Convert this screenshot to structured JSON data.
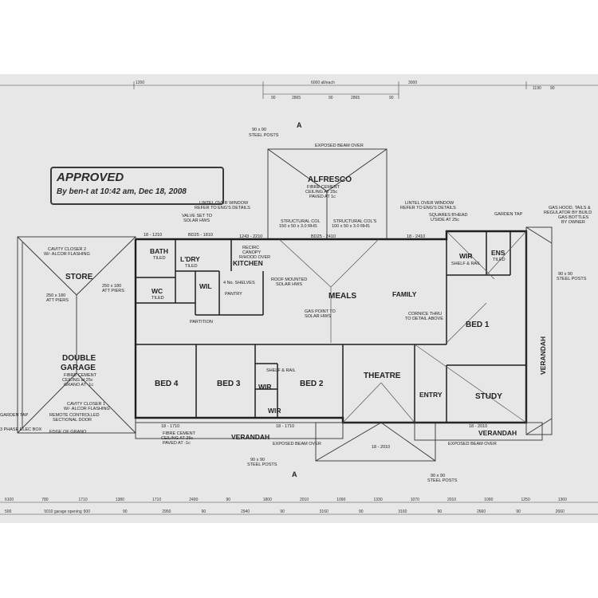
{
  "stamp": {
    "title": "APPROVED",
    "subtitle": "By ben-t at 10:42 am, Dec 18, 2008"
  },
  "rooms": {
    "alfresco": "ALFRESCO",
    "store": "STORE",
    "bath": "BATH",
    "bath_sub": "TILED",
    "ldry": "L'DRY",
    "ldry_sub": "TILED",
    "kitchen": "KITCHEN",
    "wil": "WIL",
    "wc": "WC",
    "wc_sub": "TILED",
    "meals": "MEALS",
    "family": "FAMILY",
    "wir_ens": "WIR",
    "ens": "ENS",
    "ens_sub": "TILED",
    "bed1": "BED 1",
    "double_garage": "DOUBLE\nGARAGE",
    "garage_l1": "DOUBLE",
    "garage_l2": "GARAGE",
    "bed4": "BED 4",
    "bed3": "BED 3",
    "wir_a": "WIR",
    "wir_b": "WIR",
    "bed2": "BED 2",
    "theatre": "THEATRE",
    "entry": "ENTRY",
    "study": "STUDY",
    "verandah_front": "VERANDAH",
    "verandah_right_front": "VERANDAH",
    "verandah_side": "VERANDAH"
  },
  "notes": {
    "steel_posts_top": "90 x 90\nSTEEL POSTS",
    "steel_posts_top_l1": "90 x 90",
    "steel_posts_top_l2": "STEEL POSTS",
    "exposed_beam_top": "EXPOSED BEAM OVER",
    "fibre_alfresco_l1": "FIBRE CEMENT",
    "fibre_alfresco_l2": "CEILING AT 25c",
    "fibre_alfresco_l3": "PAVED AT 1c",
    "lintel_left_l1": "LINTEL OVER WINDOW",
    "lintel_left_l2": "REFER TO ENG'S DETAILS",
    "lintel_right_l1": "LINTEL OVER WINDOW",
    "lintel_right_l2": "REFER TO ENG'S DETAILS",
    "valve_l1": "VALVE SET TO",
    "valve_l2": "SOLAR HWS",
    "struct_col_l1": "STRUCTURAL COL",
    "struct_col_l2": "150 x 50 x 3.0 RHS",
    "struct_cols_l1": "STRUCTURAL COL'S",
    "struct_cols_l2": "100 x 50 x 3.0 RHS",
    "squares_l1": "SQUARES B'HEAD",
    "squares_l2": "U'SIDE AT 25c",
    "gas_hood_l1": "GAS HOOD, TAILS &",
    "gas_hood_l2": "REGULATOR BY BUILD",
    "gas_hood_l3": "GAS BOTTLES",
    "gas_hood_l4": "BY OWNER",
    "garden_tap": "GARDEN TAP",
    "cavity_closer_2": "CAVITY CLOSER 2",
    "cavity_closer_2b": "W/- ALCOR FLASHING",
    "roof_solar_l1": "ROOF MOUNTED",
    "roof_solar_l2": "SOLAR HWS",
    "gas_point_l1": "GAS POINT TO",
    "gas_point_l2": "SOLAR HWS",
    "cornice_l1": "CORNICE THRU",
    "cornice_l2": "TO DETAIL ABOVE",
    "recirc_l1": "RECIRC",
    "recirc_l2": "CANOPY",
    "recirc_l3": "R/HOOD OVER",
    "fibre_garage_l1": "FIBRE CEMENT",
    "fibre_garage_l2": "CEILING at 25c",
    "fibre_garage_l3": "GRANO AT -1c",
    "cavity_closer_1": "CAVITY CLOSER 1",
    "cavity_closer_1b": "W/- ALCOR FLASHING",
    "remote_l1": "REMOTE CONTROLLED",
    "remote_l2": "SECTIONAL DOOR",
    "edge_grano": "EDGE OF GRANO",
    "fibre_front_l1": "FIBRE CEMENT",
    "fibre_front_l2": "CEILING AT 25c",
    "fibre_front_l3": "PAVED AT -1c",
    "exposed_beam_front": "EXPOSED BEAM OVER",
    "exposed_beam_right": "EXPOSED BEAM OVER",
    "steel_posts_bottom_l1": "90 x 90",
    "steel_posts_bottom_l2": "STEEL POSTS",
    "steel_posts_right_l1": "90 x 90",
    "steel_posts_right_l2": "STEEL POSTS",
    "steel_posts_side_l1": "90 x 90",
    "steel_posts_side_l2": "STEEL POSTS",
    "att_piers_1": "250 x 180",
    "att_piers_1b": "ATT PIERS",
    "att_piers_2": "250 x 180",
    "att_piers_2b": "ATT PIERS",
    "partition": "PARTITION",
    "shelf_rail": "SHELF & RAIL",
    "shelf_rail_b": "SHELF & RAIL",
    "shelves_4": "4 No. SHELVES",
    "pantry": "PANTRY",
    "garden_tap_left": "GARDEN TAP",
    "phase_box": "3 PHASE ELEC BOX",
    "section_a": "A",
    "section_a2": "A",
    "bd_left": "BD25 - 1810",
    "bd_right": "BD25 - 2410",
    "fw_top": "1243 - 2210"
  },
  "dims": {
    "top_row": [
      "1200",
      "6000 all/each",
      "3000",
      "1190",
      "90"
    ],
    "top_sub": [
      "90",
      "2865",
      "90",
      "2865",
      "90"
    ],
    "bottom_row1": [
      "6100",
      "780",
      "1710",
      "1380",
      "1710",
      "2490",
      "90",
      "1800",
      "2010",
      "1090",
      "1330",
      "1070",
      "2010",
      "1090",
      "1250",
      "1360"
    ],
    "bottom_row2": [
      "500",
      "5010 garage opening",
      "500",
      "90",
      "2950",
      "90",
      "2940",
      "90",
      "3160",
      "90",
      "3160",
      "90",
      "2660",
      "90",
      "2660"
    ],
    "window_labels": [
      "18 - 1210",
      "18 - 2410",
      "18 - 1710",
      "18 - 1710",
      "18 - 2010",
      "18 - 2010"
    ]
  }
}
